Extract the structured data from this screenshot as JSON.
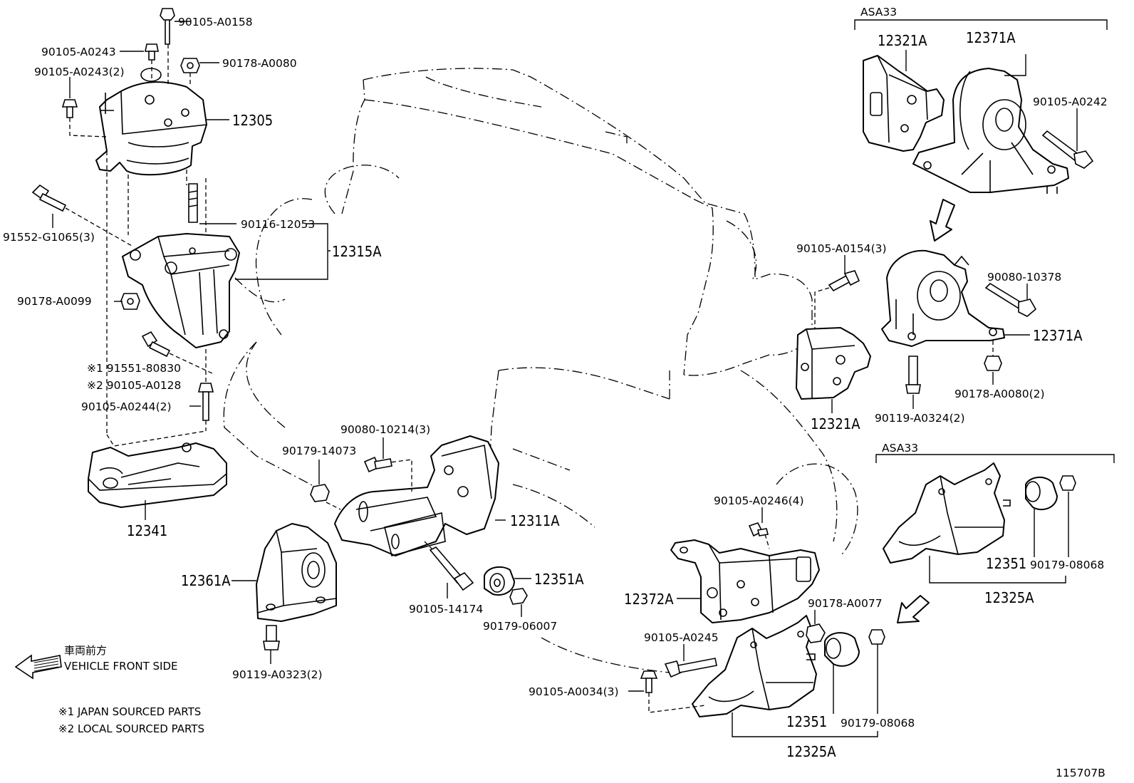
{
  "labels": {
    "p90105_A0158": "90105-A0158",
    "p90105_A0243": "90105-A0243",
    "p90178_A0080": "90178-A0080",
    "p90105_A0243_2": "90105-A0243(2)",
    "p12305": "12305",
    "p91552_G1065_3": "91552-G1065(3)",
    "p90116_12053": "90116-12053",
    "p12315A": "12315A",
    "p90178_A0099": "90178-A0099",
    "p91551_80830": "※1 91551-80830",
    "p90105_A0128": "※2 90105-A0128",
    "p90105_A0244_2": "90105-A0244(2)",
    "p12341": "12341",
    "p90179_14073": "90179-14073",
    "p90080_10214_3": "90080-10214(3)",
    "p12311A": "12311A",
    "p12361A": "12361A",
    "p12351A": "12351A",
    "p90105_14174": "90105-14174",
    "p90179_06007": "90179-06007",
    "p90119_A0323_2": "90119-A0323(2)",
    "asa33_top": "ASA33",
    "p12321A_top": "12321A",
    "p12371A_top": "12371A",
    "p90105_A0242": "90105-A0242",
    "p90105_A0154_3": "90105-A0154(3)",
    "p90080_10378": "90080-10378",
    "p12371A_mid": "12371A",
    "p90178_A0080_2": "90178-A0080(2)",
    "p90119_A0324_2": "90119-A0324(2)",
    "p12321A_mid": "12321A",
    "asa33_bottom": "ASA33",
    "p12351_right": "12351",
    "p90179_08068_right": "90179-08068",
    "p12325A_right": "12325A",
    "p90105_A0246_4": "90105-A0246(4)",
    "p12372A": "12372A",
    "p90178_A0077": "90178-A0077",
    "p90105_A0245": "90105-A0245",
    "p90105_A0034_3": "90105-A0034(3)",
    "p12351_bottom": "12351",
    "p90179_08068_bottom": "90179-08068",
    "p12325A_bottom": "12325A"
  },
  "front": {
    "jp": "車両前方",
    "en": "VEHICLE FRONT SIDE"
  },
  "notes": {
    "n1": "※1 JAPAN SOURCED PARTS",
    "n2": "※2 LOCAL SOURCED PARTS"
  },
  "figure_id": "115707B"
}
